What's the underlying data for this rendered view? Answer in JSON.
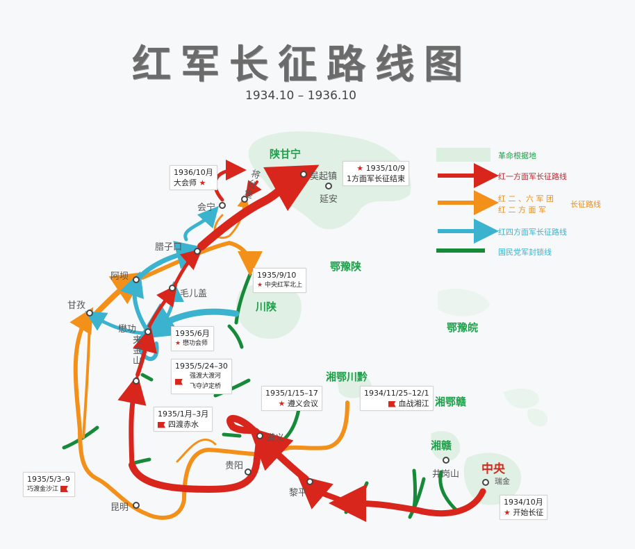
{
  "title": "红军长征路线图",
  "subtitle": "1934.10 – 1936.10",
  "legend": {
    "base_area": "革命根据地",
    "first_army": "红一方面军长征路线",
    "second_army_line1": "红 二 、六 军 团",
    "second_army_line2": "红 二 方 面 军",
    "second_army_suffix": "长征路线",
    "fourth_army": "红四方面军长征路线",
    "blockade": "国民党军封锁线",
    "colors": {
      "base_area": "#dcefe0",
      "first_army": "#d9261c",
      "second_army": "#f39019",
      "fourth_army": "#3bb3cf",
      "blockade": "#178a3a"
    }
  },
  "regions": {
    "shaanganning": "陕甘宁",
    "eyushaan": "鄂豫陕",
    "chuanshaan": "川陕",
    "eyuwan": "鄂豫皖",
    "xiangechuanqian": "湘鄂川黔",
    "xiangegan": "湘鄂赣",
    "xianggan": "湘赣",
    "zhongyang": "中央"
  },
  "cities": {
    "wuqizhen": "吴起镇",
    "yanan": "延安",
    "huining": "会宁",
    "jiangtaibao": "将台堡",
    "lazikou": "腊子口",
    "maoergai": "毛儿盖",
    "aba": "阿坝",
    "ganzi": "甘孜",
    "maogong": "懋功",
    "jiajinshan": "夹金山",
    "zunyi": "遵义",
    "guiyang": "贵阳",
    "liping": "黎平",
    "kunming": "昆明",
    "jinggangshan": "井岗山",
    "ruijin": "瑞金"
  },
  "events": [
    {
      "date": "1936/10月",
      "label": "大会师",
      "icon": "star"
    },
    {
      "date": "1935/10/9",
      "label": "1方面军长征结束",
      "icon": "star"
    },
    {
      "date": "1935/9/10",
      "label": "中央红军北上",
      "icon": "star"
    },
    {
      "date": "1935/6月",
      "label": "懋功会师",
      "icon": "star"
    },
    {
      "date": "1935/5/24–30",
      "label": "强渡大渡河",
      "label2": "飞夺泸定桥",
      "icon": "flag"
    },
    {
      "date": "1935/1/15–17",
      "label": "遵义会议",
      "icon": "star"
    },
    {
      "date": "1934/11/25–12/1",
      "label": "血战湘江",
      "icon": "flag"
    },
    {
      "date": "1935/1月–3月",
      "label": "四渡赤水",
      "icon": "flag"
    },
    {
      "date": "1935/5/3–9",
      "label": "巧渡金沙江",
      "icon": "flag"
    },
    {
      "date": "1934/10月",
      "label": "开始长征",
      "icon": "star"
    }
  ]
}
